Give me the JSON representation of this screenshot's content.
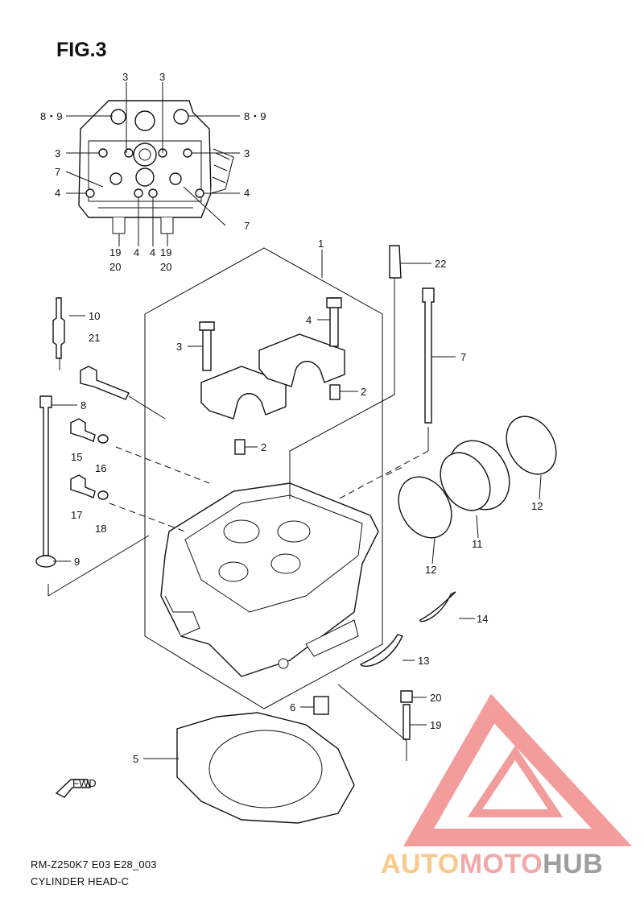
{
  "figure": {
    "title": "FIG.3"
  },
  "captions": {
    "model": "RM-Z250K7 E03 E28_003",
    "section": "CYLINDER HEAD-C"
  },
  "watermark": {
    "part1": "AUTO",
    "part2": "MOTO",
    "part3": "HUB",
    "colors": {
      "auto": "#f8c98a",
      "moto": "#f3a8a8",
      "hub": "#9e9e9e",
      "logo": "#f07c7c"
    }
  },
  "fwd_label": "FWD",
  "callouts": {
    "top_3a": "3",
    "top_3b": "3",
    "c89_left": "8・9",
    "c89_right": "8・9",
    "c3_left": "3",
    "c3_right": "3",
    "c7_left": "7",
    "c7_right": "7",
    "c4_left": "4",
    "c4_right": "4",
    "c19_left": "19",
    "c20_left": "20",
    "c4_bot1": "4",
    "c4_bot2": "4",
    "c19_right": "19",
    "c20_right": "20",
    "p1": "1",
    "p22": "22",
    "p10": "10",
    "p21": "21",
    "p4": "4",
    "p3": "3",
    "p7": "7",
    "p2a": "2",
    "p2b": "2",
    "p8": "8",
    "p15": "15",
    "p16": "16",
    "p17": "17",
    "p18": "18",
    "p9": "9",
    "p12a": "12",
    "p12b": "12",
    "p11": "11",
    "p14": "14",
    "p13": "13",
    "p20": "20",
    "p19": "19",
    "p6": "6",
    "p5": "5"
  }
}
